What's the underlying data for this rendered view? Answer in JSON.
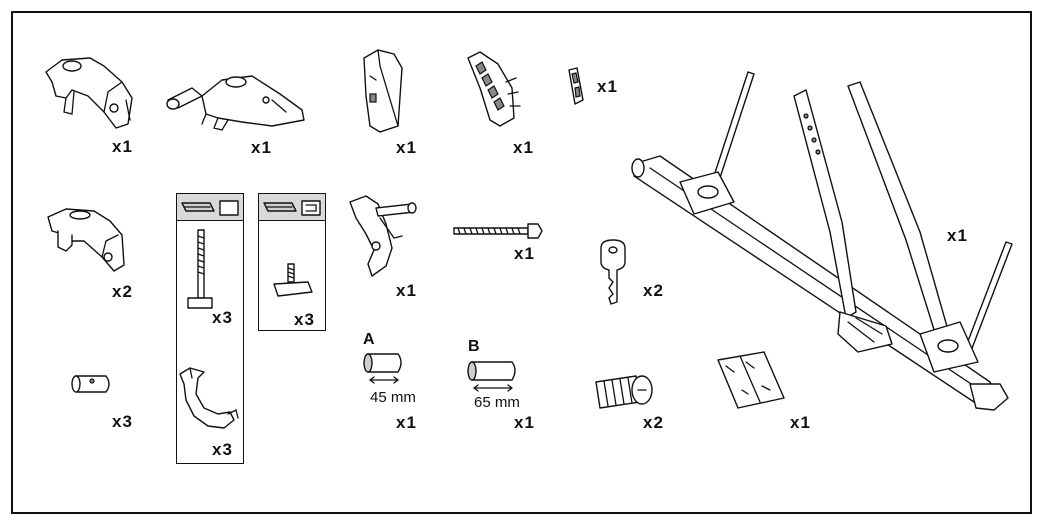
{
  "quantities": {
    "q_front_clamp": "x1",
    "q_wheel_holder": "x1",
    "q_strap_holder": "x1",
    "q_ratchet": "x1",
    "q_small_link": "x1",
    "q_side_clamp": "x2",
    "q_bolt_box": "x3",
    "q_tslot_box": "x3",
    "q_bracket": "x1",
    "q_threaded_rod": "x1",
    "q_key": "x2",
    "q_bike_carrier": "x1",
    "q_sleeve": "x3",
    "q_u_bracket": "x3",
    "q_spacer_a": "x1",
    "q_spacer_b": "x1",
    "q_lock_cylinder": "x2",
    "q_stickers": "x1"
  },
  "labels": {
    "spacer_a_letter": "A",
    "spacer_b_letter": "B",
    "spacer_a_length": "45 mm",
    "spacer_b_length": "65 mm"
  },
  "colors": {
    "line": "#111111",
    "shade": "#d9d9d9",
    "background": "#ffffff"
  }
}
